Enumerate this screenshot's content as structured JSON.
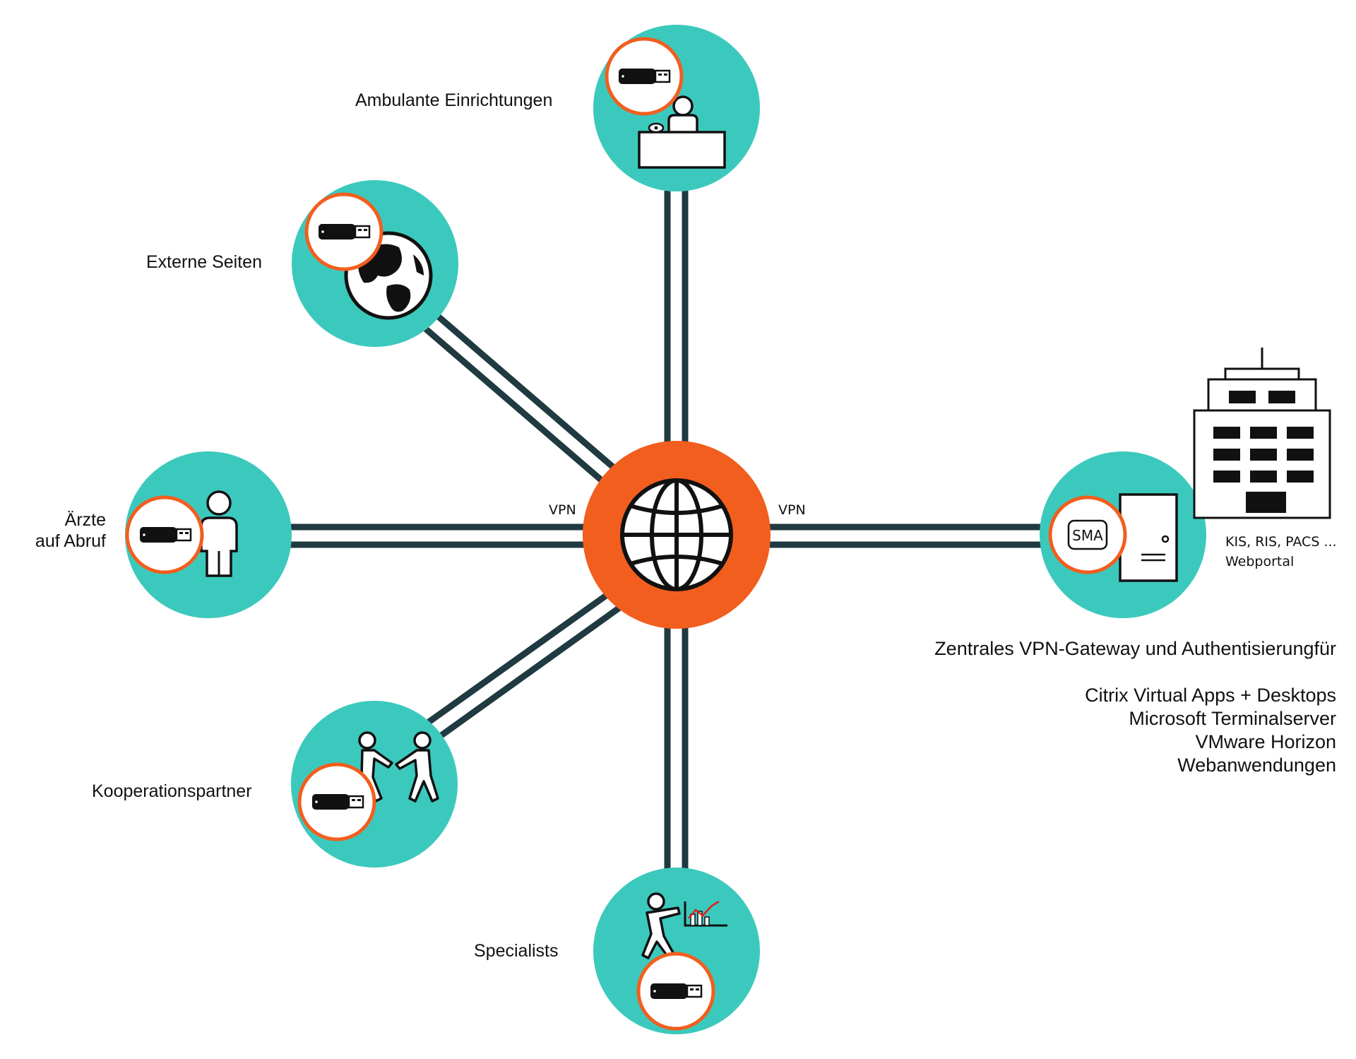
{
  "colors": {
    "teal": "#3cc9bd",
    "orange": "#f25e1e",
    "line": "#1f3a40",
    "black": "#111111"
  },
  "nodes": {
    "ambulante": {
      "label": "Ambulante Einrichtungen",
      "icon": "reception-desk-icon"
    },
    "extern": {
      "label": "Externe Seiten",
      "icon": "earth-globe-icon"
    },
    "aerzte": {
      "line1": "Ärzte",
      "line2": "auf Abruf",
      "icon": "person-icon"
    },
    "kooperation": {
      "label": "Kooperationspartner",
      "icon": "handshake-people-icon"
    },
    "specialists": {
      "label": "Specialists",
      "icon": "presenter-chart-icon"
    },
    "gateway": {
      "sma_label": "SMA",
      "icon": "server-tower-icon"
    }
  },
  "hub": {
    "icon": "internet-globe-icon"
  },
  "vpn": {
    "left": "VPN",
    "right": "VPN"
  },
  "hospital": {
    "line1": "KIS, RIS, PACS ...",
    "line2": "Webportal",
    "icon": "hospital-building-icon"
  },
  "gateway_text": {
    "title": "Zentrales VPN-Gateway und Authentisierungfür",
    "items": [
      "Citrix Virtual Apps + Desktops",
      "Microsoft Terminalserver",
      "VMware Horizon",
      "Webanwendungen"
    ]
  }
}
